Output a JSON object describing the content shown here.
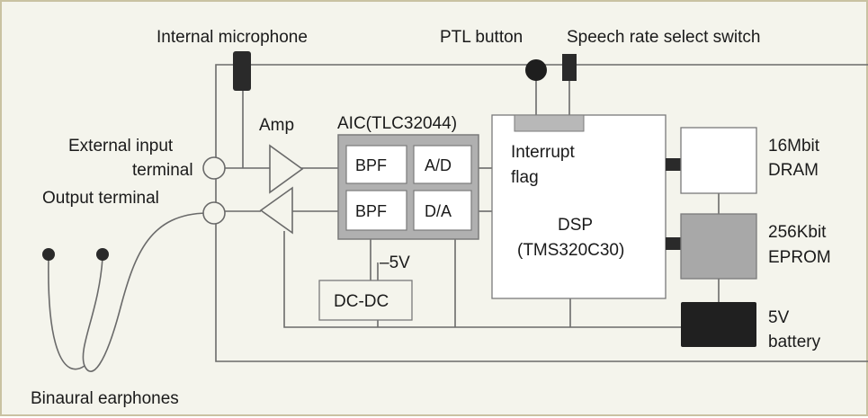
{
  "labels": {
    "internal_microphone": "Internal microphone",
    "ptl_button": "PTL button",
    "speech_rate_switch": "Speech rate select switch",
    "amp": "Amp",
    "aic": "AIC(TLC32044)",
    "external_input_line1": "External input",
    "external_input_line2": "terminal",
    "output_terminal": "Output terminal",
    "bpf_top": "BPF",
    "ad": "A/D",
    "bpf_bottom": "BPF",
    "da": "D/A",
    "minus5v": "–5V",
    "dcdc": "DC-DC",
    "interrupt_line1": "Interrupt",
    "interrupt_line2": "flag",
    "dsp_line1": "DSP",
    "dsp_line2": "(TMS320C30)",
    "dram_line1": "16Mbit",
    "dram_line2": "DRAM",
    "eprom_line1": "256Kbit",
    "eprom_line2": "EPROM",
    "battery_line1": "5V",
    "battery_line2": "battery",
    "earphones": "Binaural earphones"
  },
  "colors": {
    "background": "#f4f4ec",
    "line": "#6a6a6a",
    "aic_fill": "#b0b0b0",
    "inner_block_fill": "#ffffff",
    "eprom_fill": "#a8a8a8",
    "battery_fill": "#202020",
    "component_dark": "#2a2a2a",
    "interrupt_flag_fill": "#b8b8b8"
  }
}
